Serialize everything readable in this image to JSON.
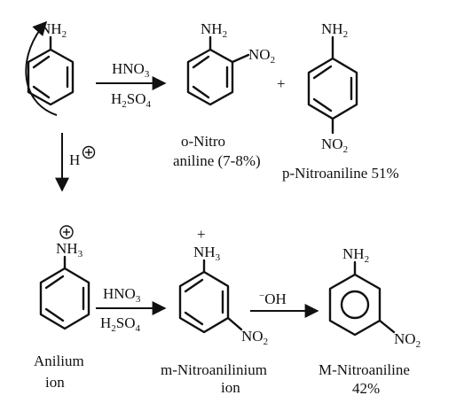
{
  "reagents": {
    "top_line1": "HNO",
    "top_line1_sub": "3",
    "top_line2a": "H",
    "top_line2_sub1": "2",
    "top_line2b": "SO",
    "top_line2_sub2": "4",
    "bottom_line1": "HNO",
    "bottom_line1_sub": "3",
    "bottom_line2a": "H",
    "bottom_line2_sub1": "2",
    "bottom_line2b": "SO",
    "bottom_line2_sub2": "4",
    "hydroxide": "OH",
    "hydroxide_minus": "−",
    "proton": "H"
  },
  "groups": {
    "amine": "NH",
    "amine_sub": "2",
    "ammonium": "NH",
    "ammonium_sub": "3",
    "nitro": "NO",
    "nitro_sub": "2",
    "plus": "+",
    "circle_plus": "⊕"
  },
  "labels": {
    "ortho_line1": "o-Nitro",
    "ortho_line2": "aniline (7-8%)",
    "para": "p-Nitroaniline 51%",
    "anilium_line1": "Anilium",
    "anilium_line2": "ion",
    "meta_ion_line1": "m-Nitroanilinium",
    "meta_ion_line2": "ion",
    "meta_line1": "M-Nitroaniline",
    "meta_line2": "42%"
  },
  "plus_sign": "+"
}
